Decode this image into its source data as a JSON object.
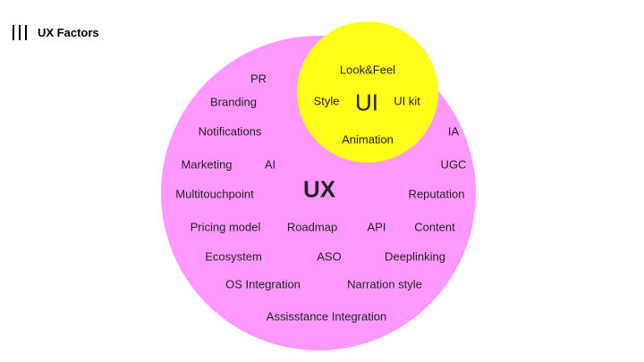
{
  "header": {
    "menu_icon": "three-bars-icon",
    "title": "UX Factors"
  },
  "colors": {
    "ux_circle": "#FF99FF",
    "ui_circle": "#FFFF1A"
  },
  "ui": {
    "title": "UI",
    "factors": [
      "Look&Feel",
      "Style",
      "UI kit",
      "Animation"
    ]
  },
  "ux": {
    "title": "UX",
    "factors": [
      "PR",
      "Branding",
      "Notifications",
      "Marketing",
      "AI",
      "IA",
      "UGC",
      "Multitouchpoint",
      "Reputation",
      "Pricing model",
      "Roadmap",
      "API",
      "Content",
      "Ecosystem",
      "ASO",
      "Deeplinking",
      "OS Integration",
      "Narration style",
      "Assisstance Integration"
    ]
  }
}
